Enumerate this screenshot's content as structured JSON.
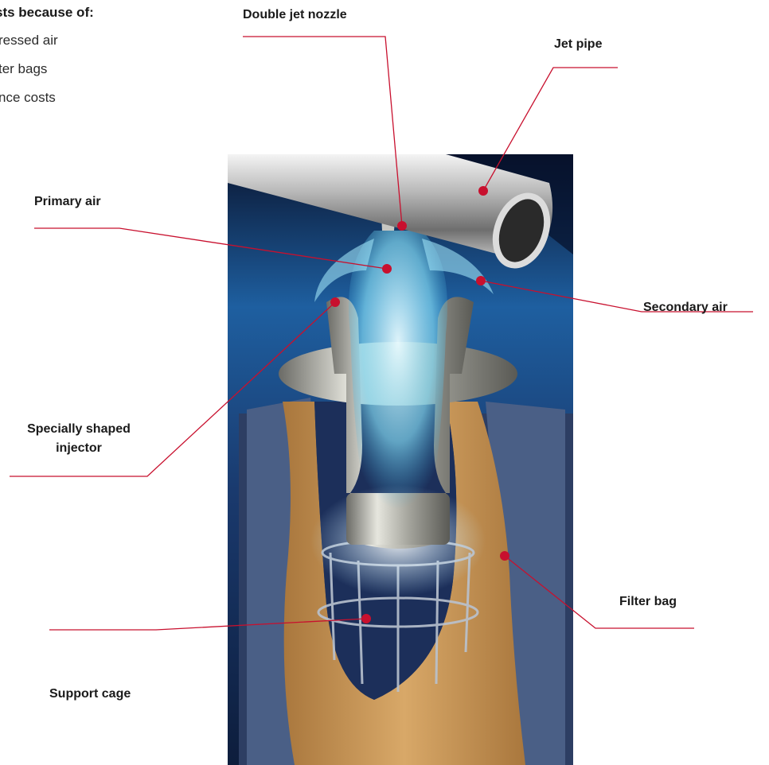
{
  "intro": {
    "title": "sts because of:",
    "items": [
      "ressed air",
      "ter bags",
      "nce costs"
    ]
  },
  "labels": {
    "double_jet_nozzle": "Double jet nozzle",
    "jet_pipe": "Jet pipe",
    "primary_air": "Primary air",
    "secondary_air": "Secondary air",
    "specially_shaped_injector_line1": "Specially shaped",
    "specially_shaped_injector_line2": "injector",
    "filter_bag": "Filter bag",
    "support_cage": "Support cage"
  },
  "colors": {
    "accent": "#c8102e",
    "leader_line": "#c8102e",
    "text": "#1a1a1a"
  }
}
